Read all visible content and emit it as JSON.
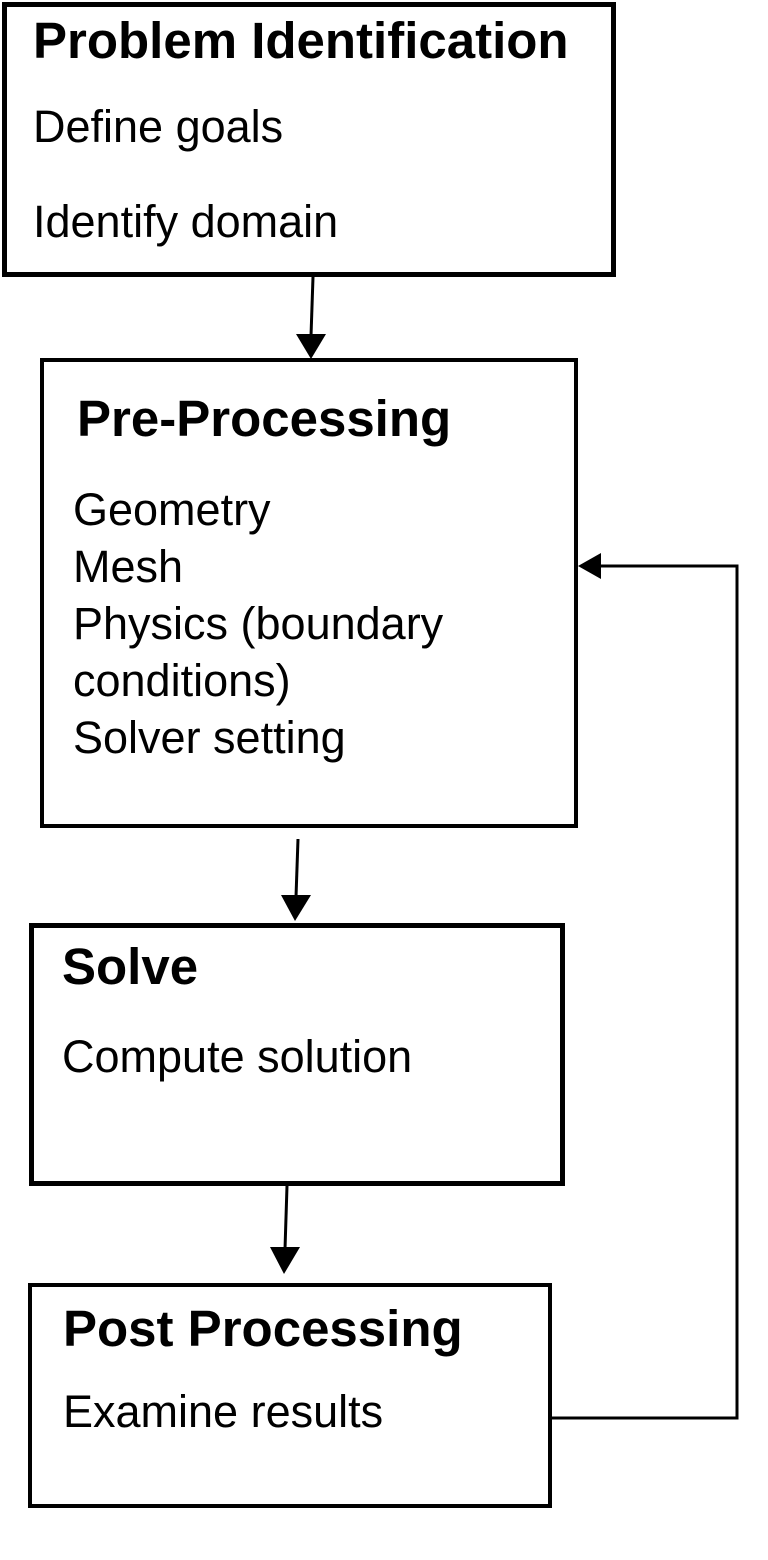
{
  "diagram": {
    "background_color": "#ffffff",
    "line_color": "#000000",
    "text_color": "#000000",
    "boxes": [
      {
        "id": "problem-identification",
        "title": "Problem Identification",
        "items": [
          "Define goals",
          "Identify domain"
        ]
      },
      {
        "id": "pre-processing",
        "title": "Pre-Processing",
        "items": [
          "Geometry",
          "Mesh",
          "Physics (boundary conditions)",
          "Solver setting"
        ]
      },
      {
        "id": "solve",
        "title": "Solve",
        "items": [
          "Compute solution"
        ]
      },
      {
        "id": "post-processing",
        "title": "Post Processing",
        "items": [
          "Examine results"
        ]
      }
    ],
    "connectors": [
      {
        "from": "problem-identification",
        "to": "pre-processing",
        "style": "straight-down-arrow"
      },
      {
        "from": "pre-processing",
        "to": "solve",
        "style": "straight-down-arrow"
      },
      {
        "from": "solve",
        "to": "post-processing",
        "style": "straight-down-arrow"
      },
      {
        "from": "post-processing",
        "to": "pre-processing",
        "style": "right-side-feedback-loop-arrow"
      }
    ]
  }
}
